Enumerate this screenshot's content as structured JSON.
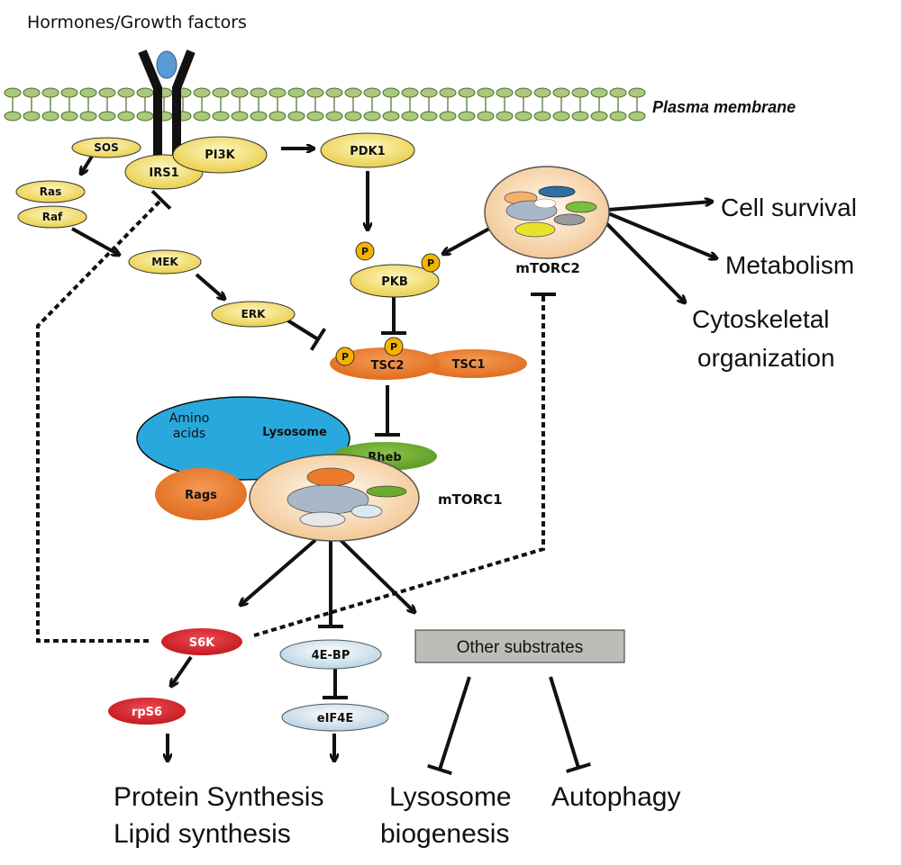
{
  "header": {
    "title": "Hormones/Growth factors"
  },
  "membrane": {
    "label": "Plasma membrane"
  },
  "proteins": {
    "sos": "SOS",
    "pi3k": "PI3K",
    "pdk1": "PDK1",
    "irs1": "IRS1",
    "ras": "Ras",
    "raf": "Raf",
    "mek": "MEK",
    "erk": "ERK",
    "pkb": "PKB",
    "tsc2": "TSC2",
    "tsc1": "TSC1",
    "rheb": "Rheb",
    "rags": "Rags",
    "s6k": "S6K",
    "rps6": "rpS6",
    "fourebp": "4E-BP",
    "eif4e": "eIF4E",
    "phospho": "P"
  },
  "complexes": {
    "mtorc1": "mTORC1",
    "mtorc2": "mTORC2"
  },
  "lysosome": {
    "label": "Lysosome",
    "amino_line1": "Amino",
    "amino_line2": "acids"
  },
  "other_substrates": "Other substrates",
  "outputs": {
    "cell_survival": "Cell survival",
    "metabolism": "Metabolism",
    "cytoskeletal_line1": "Cytoskeletal",
    "cytoskeletal_line2": "organization",
    "protein_synthesis": "Protein Synthesis",
    "lipid_synthesis": "Lipid synthesis",
    "lysosome_line1": "Lysosome",
    "lysosome_line2": "biogenesis",
    "autophagy": "Autophagy"
  },
  "colors": {
    "yellow_protein": "#f5e27a",
    "orange_protein": "#ec7a2a",
    "green_protein": "#6aab2e",
    "red_protein": "#d8202a",
    "light_blue_protein": "#cfe2f0",
    "lysosome_blue": "#29a8de",
    "membrane_green": "#a9c97c",
    "receptor_ligand": "#5b9bd5",
    "gray_box": "#bdbdb8"
  }
}
